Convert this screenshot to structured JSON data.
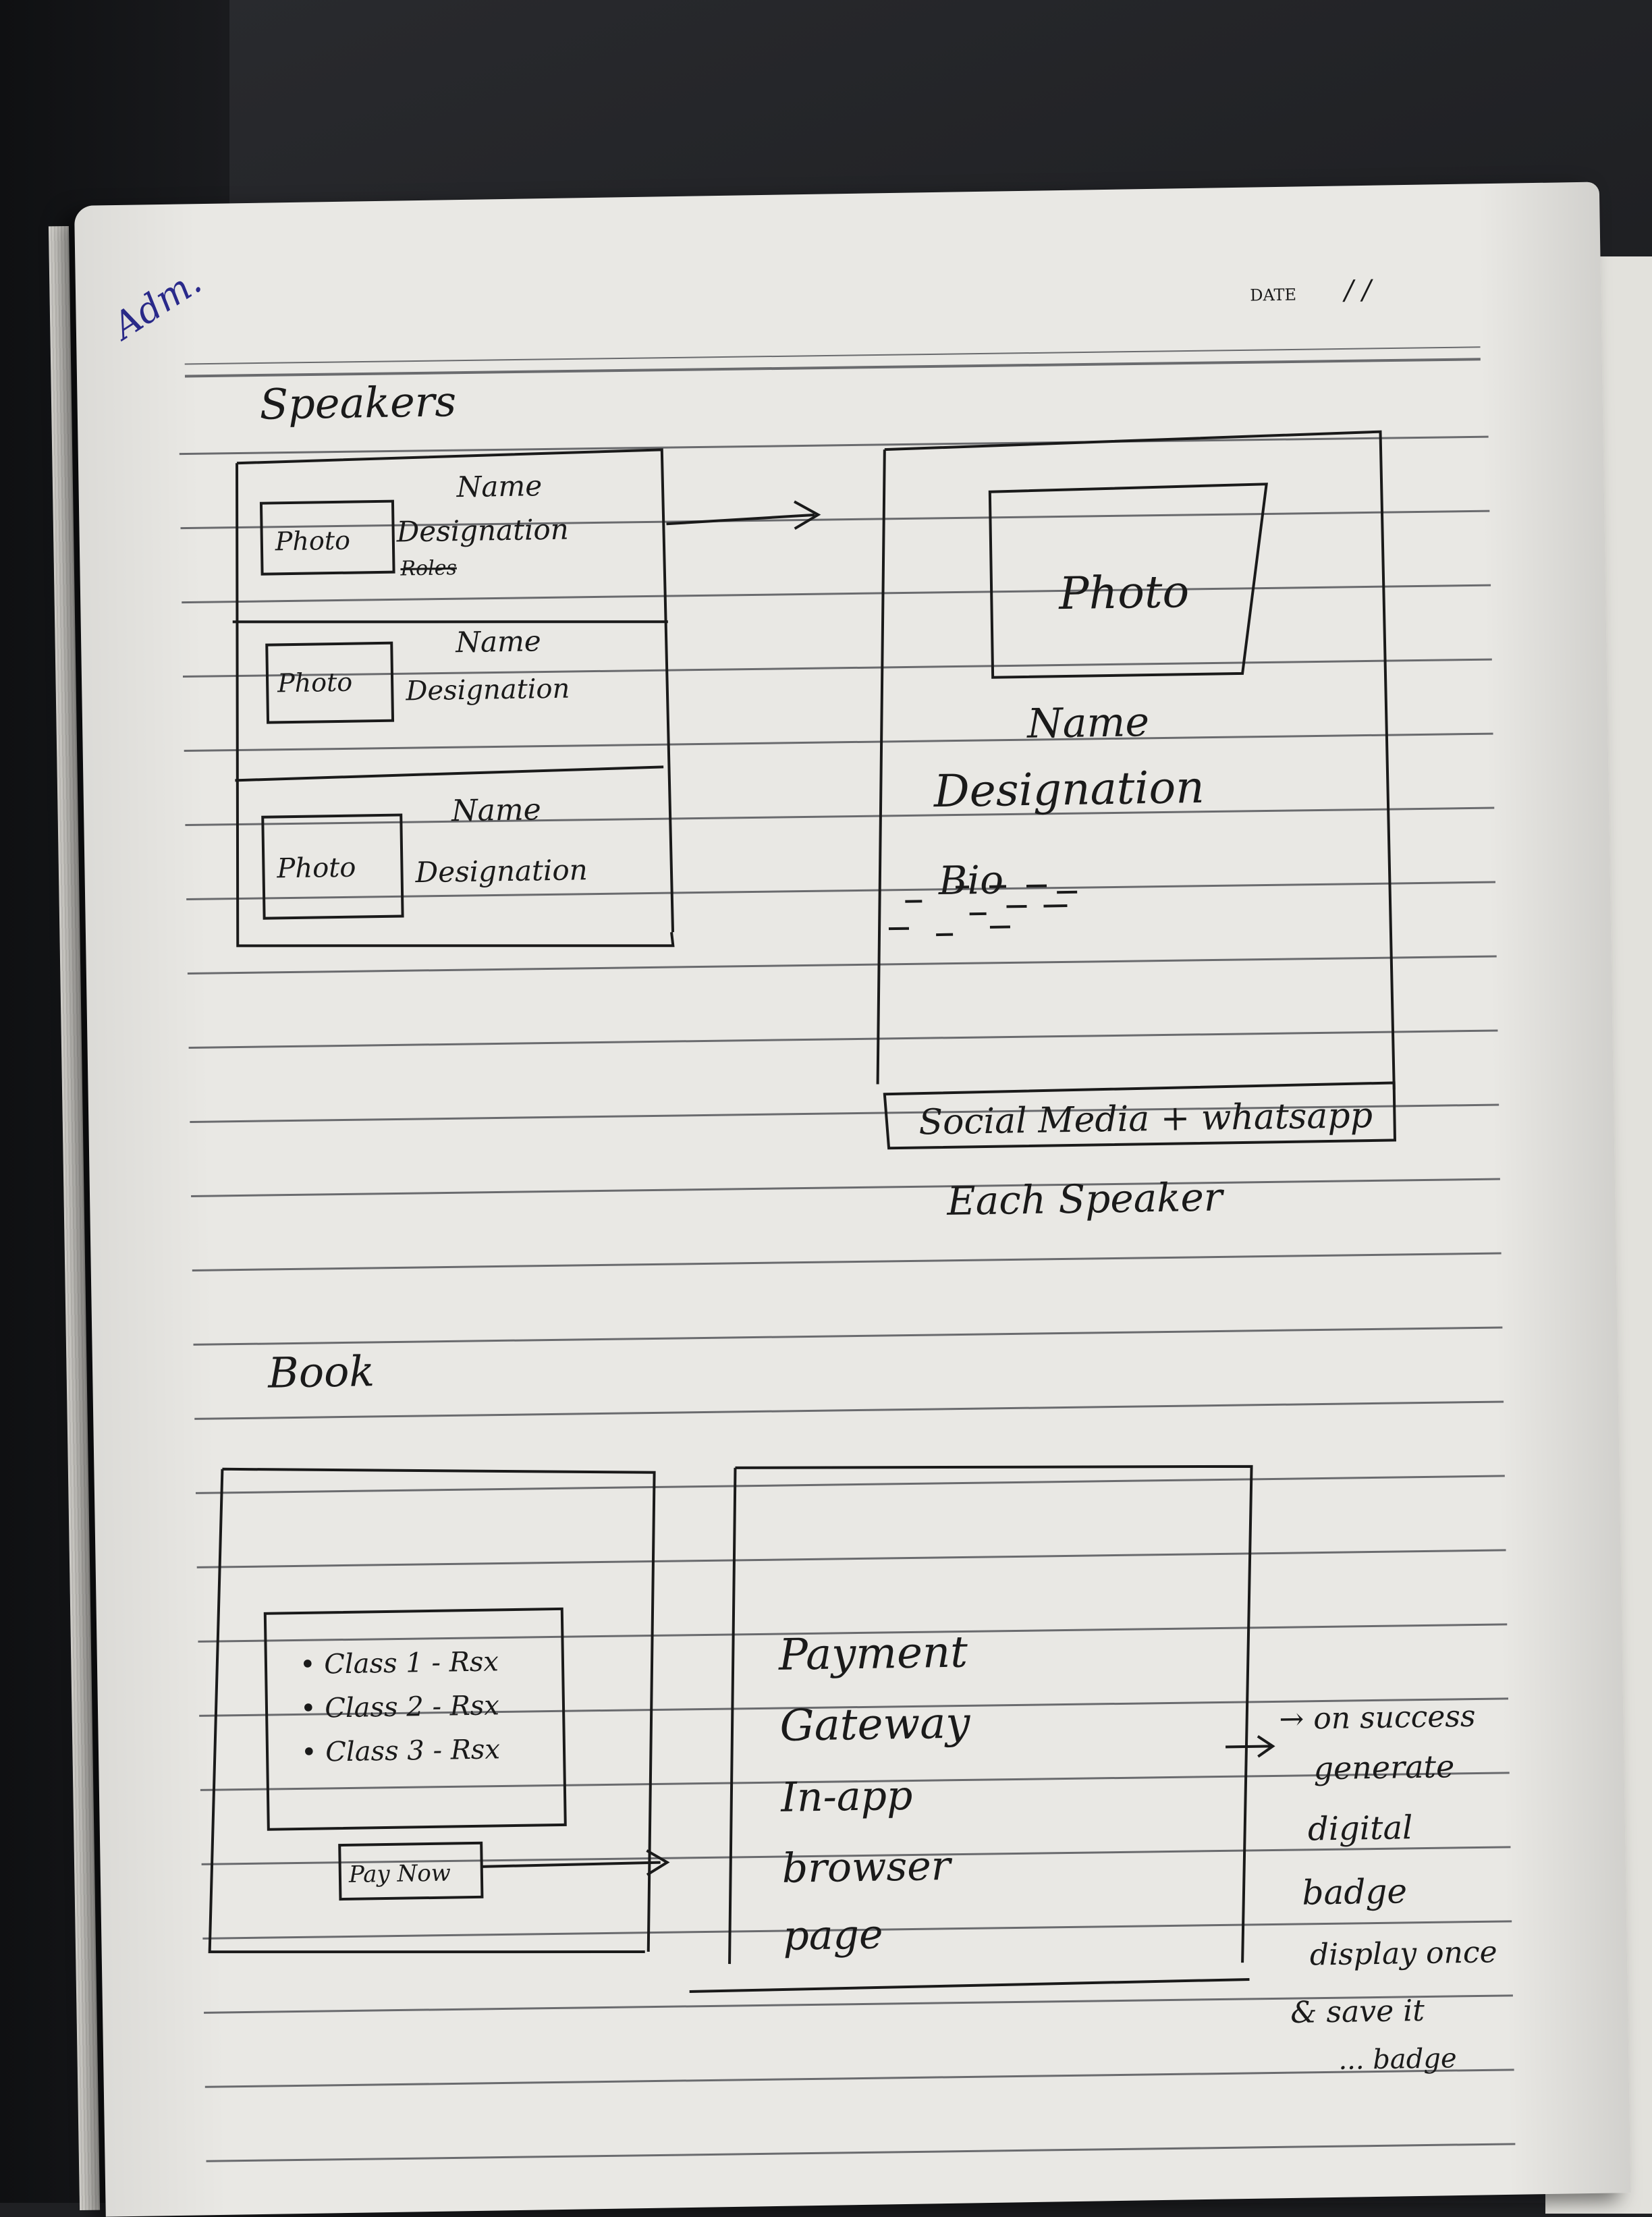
{
  "corner_note": "Adm.",
  "date_label": "DATE",
  "date_value": "/ /",
  "speakers": {
    "title": "Speakers",
    "list_rows": [
      {
        "photo": "Photo",
        "name": "Name",
        "designation": "Designation",
        "struck": "Roles"
      },
      {
        "photo": "Photo",
        "name": "Name",
        "designation": "Designation"
      },
      {
        "photo": "Photo",
        "name": "Name",
        "designation": "Designation"
      }
    ],
    "detail": {
      "photo": "Photo",
      "name": "Name",
      "designation": "Designation",
      "bio": "Bio",
      "footer": "Social Media + whatsapp"
    },
    "caption": "Each Speaker"
  },
  "book": {
    "title": "Book",
    "classes": [
      "• Class 1 - Rsx",
      "• Class 2 - Rsx",
      "• Class 3 - Rsx"
    ],
    "pay_button": "Pay Now",
    "gateway_lines": [
      "Payment",
      "Gateway",
      "In-app",
      "browser",
      "page"
    ],
    "success_note": [
      "→ on success",
      "generate",
      "digital",
      "badge",
      "display once",
      "& save it",
      "... badge"
    ]
  },
  "colors": {
    "paper": "#e9e8e4",
    "ink": "#1a1a1a",
    "rule": "#55565a",
    "pen_blue": "#2a2a8c"
  }
}
